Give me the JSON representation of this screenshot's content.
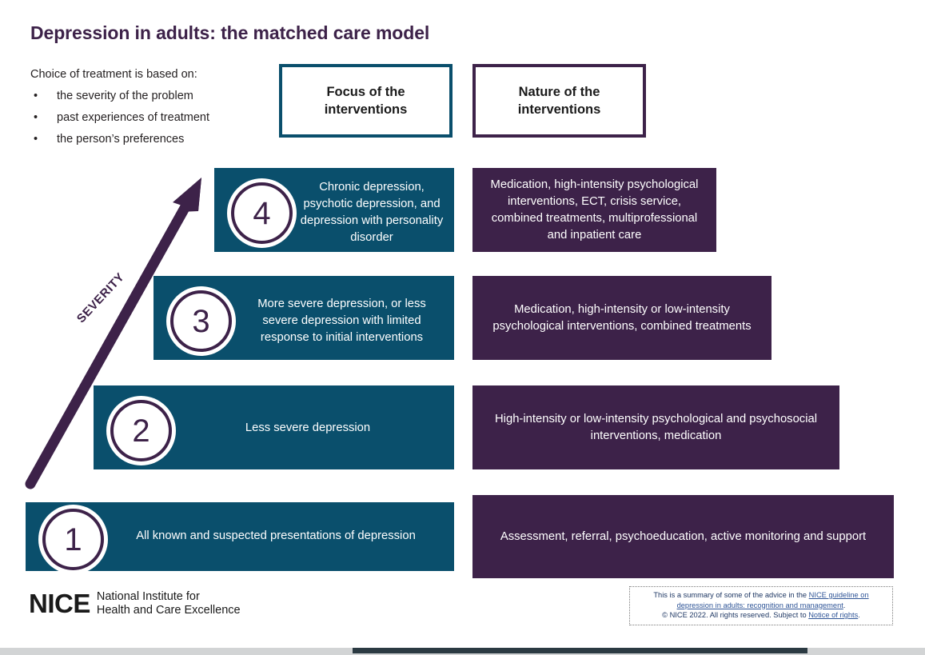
{
  "page": {
    "title": "Depression in adults: the matched care model"
  },
  "intro": {
    "lead": "Choice of treatment is based on:",
    "bullet_char": "•",
    "items": [
      "the severity of the problem",
      "past experiences of treatment",
      "the person’s preferences"
    ]
  },
  "headers": {
    "focus": "Focus of the interventions",
    "nature": "Nature of the interventions"
  },
  "axis": {
    "severity_label": "SEVERITY"
  },
  "steps": [
    {
      "number": "4",
      "focus": "Chronic depression, psychotic depression, and depression with personality disorder",
      "nature": "Medication, high-intensity psychological interventions, ECT, crisis service, combined treatments, multiprofessional and inpatient care"
    },
    {
      "number": "3",
      "focus": "More severe depression, or less severe depression with limited response to initial interventions",
      "nature": "Medication, high-intensity or low-intensity psychological interventions, combined treatments"
    },
    {
      "number": "2",
      "focus": "Less severe depression",
      "nature": "High-intensity or low-intensity psychological and psychosocial interventions, medication"
    },
    {
      "number": "1",
      "focus": "All known and suspected presentations of depression",
      "nature": "Assessment, referral, psychoeducation, active monitoring and support"
    }
  ],
  "logo": {
    "word": "NICE",
    "strapline_line1": "National Institute for",
    "strapline_line2": "Health and Care Excellence"
  },
  "copyright": {
    "text_1": "This is a summary of some of the advice in the ",
    "link_1": "NICE guideline on depression in adults: recognition and management",
    "text_2": ".",
    "text_3": "© NICE 2022. All rights reserved. Subject to ",
    "link_2": "Notice of rights",
    "text_4": "."
  },
  "colors": {
    "teal": "#0a4f6c",
    "purple": "#3d2249",
    "title_purple": "#3d2249",
    "link_blue": "#2f5597",
    "copyright_text": "#1f3864"
  }
}
